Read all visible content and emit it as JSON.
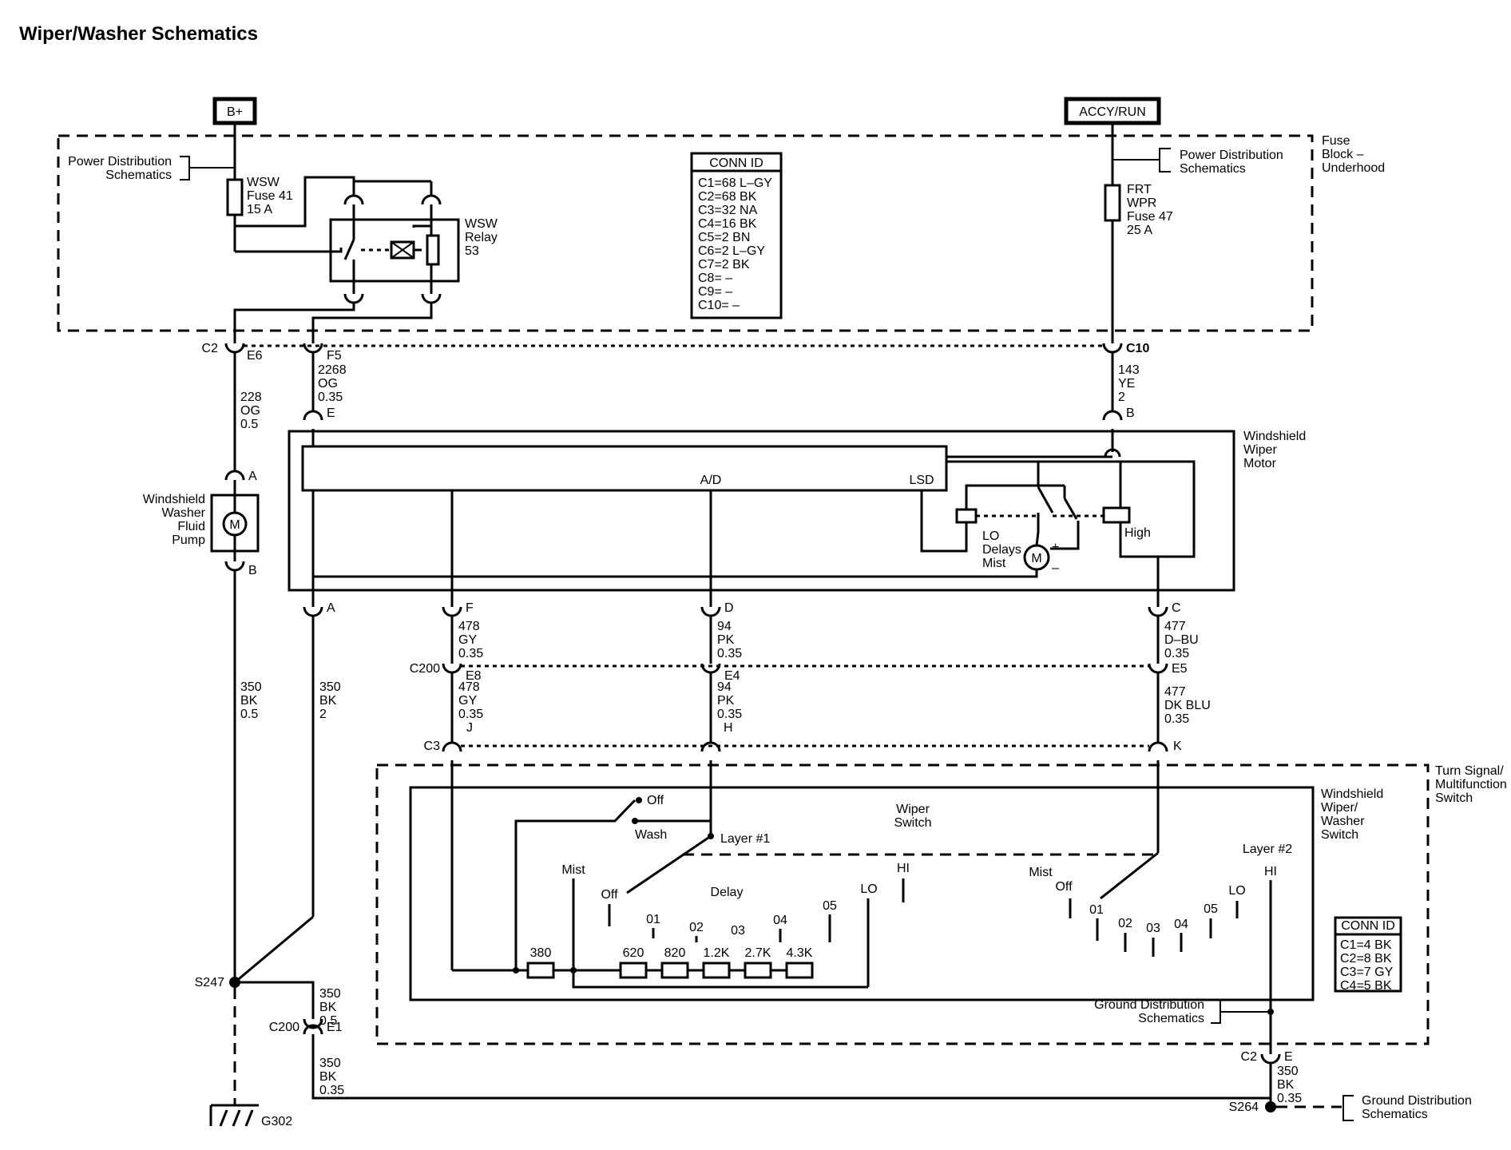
{
  "page_title": "Wiper/Washer Schematics",
  "power_sources": [
    "B+",
    "ACCY/RUN"
  ],
  "boxes": {
    "fuse_block": [
      "Fuse",
      "Block –",
      "Underhood"
    ],
    "wiper_motor": [
      "Windshield",
      "Wiper",
      "Motor"
    ],
    "turn_signal_switch": [
      "Turn Signal/",
      "Multifunction",
      "Switch"
    ],
    "washer_switch": [
      "Windshield",
      "Wiper/",
      "Washer",
      "Switch"
    ]
  },
  "references": {
    "power_dist": [
      "Power Distribution",
      "Schematics"
    ],
    "ground_dist": [
      "Ground Distribution",
      "Schematics"
    ]
  },
  "fuses": {
    "wsw": [
      "WSW",
      "Fuse 41",
      "15 A"
    ],
    "frt_wpr": [
      "FRT",
      "WPR",
      "Fuse 47",
      "25 A"
    ]
  },
  "relay": [
    "WSW",
    "Relay",
    "53"
  ],
  "conn_id_top": {
    "header": "CONN ID",
    "rows": [
      "C1=68 L–GY",
      "C2=68 BK",
      "C3=32 NA",
      "C4=16 BK",
      "C5=2 BN",
      "C6=2 L–GY",
      "C7=2 BK",
      "C8= –",
      "C9= –",
      "C10= –"
    ]
  },
  "conn_id_bottom": {
    "header": "CONN ID",
    "rows": [
      "C1=4 BK",
      "C2=8 BK",
      "C3=7 GY",
      "C4=5 BK"
    ]
  },
  "pump": {
    "label": [
      "Windshield",
      "Washer",
      "Fluid",
      "Pump"
    ],
    "symbol": "M"
  },
  "motor": {
    "symbol": "M",
    "plus": "+",
    "minus": "–",
    "lo_label": [
      "LO",
      "Delays",
      "Mist"
    ],
    "high": "High",
    "ad": "A/D",
    "lsd": "LSD"
  },
  "connectors": {
    "c2_top": "C2",
    "e6": "E6",
    "f5": "F5",
    "c10": "C10",
    "e": "E",
    "b": "B",
    "a": "A",
    "b2": "B",
    "a2": "A",
    "f": "F",
    "d": "D",
    "c": "C",
    "c200": "C200",
    "e8": "E8",
    "e4": "E4",
    "e5": "E5",
    "c3": "C3",
    "j": "J",
    "h": "H",
    "k": "K",
    "c200b": "C200",
    "e1": "E1",
    "c2b": "C2",
    "eb": "E"
  },
  "wires": {
    "w2268": [
      "2268",
      "OG",
      "0.35"
    ],
    "w228": [
      "228",
      "OG",
      "0.5"
    ],
    "w143": [
      "143",
      "YE",
      "2"
    ],
    "w350a": [
      "350",
      "BK",
      "0.5"
    ],
    "w350b": [
      "350",
      "BK",
      "2"
    ],
    "w478a": [
      "478",
      "GY",
      "0.35"
    ],
    "w94a": [
      "94",
      "PK",
      "0.35"
    ],
    "w477a": [
      "477",
      "D–BU",
      "0.35"
    ],
    "w478b": [
      "478",
      "GY",
      "0.35"
    ],
    "w94b": [
      "94",
      "PK",
      "0.35"
    ],
    "w477b": [
      "477",
      "DK BLU",
      "0.35"
    ],
    "w350c": [
      "350",
      "BK",
      "0.5"
    ],
    "w350d": [
      "350",
      "BK",
      "0.35"
    ],
    "w350e": [
      "350",
      "BK",
      "0.35"
    ]
  },
  "splices": {
    "s247": "S247",
    "s264": "S264",
    "g302": "G302"
  },
  "switch": {
    "off": "Off",
    "wash": "Wash",
    "layer1": "Layer #1",
    "layer2": "Layer #2",
    "wiper_switch": [
      "Wiper",
      "Switch"
    ],
    "mist": "Mist",
    "off2": "Off",
    "delay": "Delay",
    "lo": "LO",
    "hi": "HI",
    "positions": [
      "01",
      "02",
      "03",
      "04",
      "05"
    ],
    "mist2": "Mist",
    "off3": "Off",
    "lo2": "LO",
    "hi2": "HI",
    "positions2": [
      "01",
      "02",
      "03",
      "04",
      "05"
    ],
    "resistors": [
      "380",
      "620",
      "820",
      "1.2K",
      "2.7K",
      "4.3K"
    ]
  }
}
